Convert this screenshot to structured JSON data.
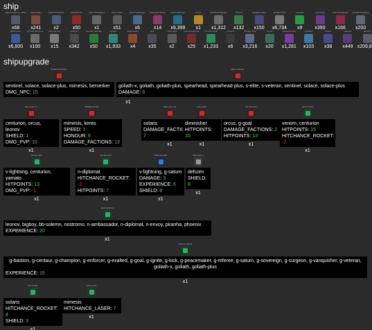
{
  "sections": {
    "ship": "ship",
    "shipupgrade": "shipupgrade"
  },
  "ship_items": [
    {
      "label": "High Frequency Cable",
      "count": "x68",
      "color": "#555a66"
    },
    {
      "label": "Hybrid Alloy",
      "count": "x241",
      "color": "#7a4a3a"
    },
    {
      "label": "Hybrid Processor",
      "count": "x2",
      "color": "#4a5a7a"
    },
    {
      "label": "Industrial Kit",
      "count": "x50",
      "color": "#8a2a2a"
    },
    {
      "label": "Micro Transistors",
      "count": "x1",
      "color": "#666666"
    },
    {
      "label": "Nano Case",
      "count": "x51",
      "color": "#5a5a5a"
    },
    {
      "label": "Nano Condenser",
      "count": "x6",
      "color": "#4a6a8a"
    },
    {
      "label": "Prismatic Socket",
      "count": "x14",
      "color": "#8a3a6a"
    },
    {
      "label": "apollo-shimmer",
      "count": "x9,399",
      "color": "#2a6a8a"
    },
    {
      "label": "citrine",
      "count": "x1",
      "color": "#b08a2a"
    },
    {
      "label": "cloth-ball-fragment",
      "count": "x1,312",
      "color": "#6a6a6a"
    },
    {
      "label": "cfluxed",
      "count": "x132",
      "color": "#3a7a4a"
    },
    {
      "label": "dimflight-shard",
      "count": "x150",
      "color": "#4a4a7a"
    },
    {
      "label": "dimlight-lexia",
      "count": "x6,734",
      "color": "#7a7a7a"
    },
    {
      "label": "emerald",
      "count": "x9",
      "color": "#2a9a4a"
    },
    {
      "label": "eternal-sh",
      "count": "x390",
      "color": "#6a3a8a"
    },
    {
      "label": "eternal-fragment",
      "count": "x166",
      "color": "#8a2a4a"
    },
    {
      "label": "eternal-something",
      "count": "x200",
      "color": "#5a6a7a"
    },
    {
      "label": "flame-deter",
      "count": "x6,600",
      "color": "#3a5a9a"
    },
    {
      "label": "fortress-reference",
      "count": "x100",
      "color": "#6a6a6a"
    },
    {
      "label": "hammer-fuel",
      "count": "x15",
      "color": "#7a7a7a"
    },
    {
      "label": "hydrogen",
      "count": "x342",
      "color": "#4a4a4a"
    },
    {
      "label": "iron-fiber-sparkle",
      "count": "x50",
      "color": "#2a7a3a"
    },
    {
      "label": "ironium",
      "count": "x1,933",
      "color": "#2a8a7a"
    },
    {
      "label": "magma-alloy",
      "count": "x4",
      "color": "#8a4a2a"
    },
    {
      "label": "lars",
      "count": "x35",
      "color": "#4a4a5a"
    },
    {
      "label": "mount-gear",
      "count": "x2",
      "color": "#5a5a5a"
    },
    {
      "label": "nebula-fragment",
      "count": "x29",
      "color": "#7a2a2a"
    },
    {
      "label": "nomad-crystal",
      "count": "x1,233",
      "color": "#2a8a5a"
    },
    {
      "label": "protocol",
      "count": "x6",
      "color": "#3a3a3a"
    },
    {
      "label": "Prestige Pool",
      "count": "x3,216",
      "color": "#5a6a8a"
    },
    {
      "label": "record",
      "count": "x20",
      "color": "#3a6a5a"
    },
    {
      "label": "sanguine-dust",
      "count": "x1,281",
      "color": "#7a3aa0"
    },
    {
      "label": "sanitised",
      "count": "x103",
      "color": "#3a7aa0"
    },
    {
      "label": "solarite",
      "count": "x38",
      "color": "#4a4a8a"
    },
    {
      "label": "stardust",
      "count": "x449",
      "color": "#5a3a7a"
    },
    {
      "label": "titanium",
      "count": "x209,818",
      "color": "#5a5a6a"
    }
  ],
  "upgrades": [
    {
      "code": "SHIELD-UPGR-3",
      "icon": "red",
      "mult": "x1",
      "lines": [
        {
          "text": "sentinel, solace, solace-plus, mimesis, berserker",
          "val": "",
          "neg": false
        },
        {
          "text": "DMG_NPC: ",
          "val": "15",
          "neg": false
        }
      ]
    },
    {
      "code": "DMG-UPGR-1",
      "icon": "red",
      "mult": "",
      "lines": [
        {
          "text": "goliath-x, goliath, goliath-plus, spearhead, spearhead-plus, s-elite, s-veteran, sentinel, solace, solace-plus",
          "val": "",
          "neg": false
        },
        {
          "text": "DAMAGE: ",
          "val": "6",
          "neg": false
        }
      ]
    },
    {
      "code": "SHLD-UP-C1",
      "icon": "red",
      "mult": "x1",
      "lines": [
        {
          "text": "centurion, orcus, leonov",
          "val": "",
          "neg": false
        },
        {
          "text": "SHIELD: ",
          "val": "1",
          "neg": false
        },
        {
          "text": "DMG_PVP: ",
          "val": "10",
          "neg": false
        }
      ]
    },
    {
      "code": "SPEED-UP-M1",
      "icon": "red",
      "mult": "x1",
      "lines": [
        {
          "text": "mimesis, keres",
          "val": "",
          "neg": false
        },
        {
          "text": "SPEED: ",
          "val": "1",
          "neg": false
        },
        {
          "text": "HONOUR: ",
          "val": "6",
          "neg": false
        },
        {
          "text": "DAMAGE_FACTIONS: ",
          "val": "13",
          "neg": false
        }
      ]
    },
    {
      "code": "DMG-FAC-S1",
      "icon": "red",
      "mult": "x1",
      "lines": [
        {
          "text": "solaris",
          "val": "",
          "neg": false
        },
        {
          "text": "DAMAGE_FACTIONS: ",
          "val": "7",
          "neg": false
        }
      ]
    },
    {
      "code": "HP-D-UP1",
      "icon": "red",
      "mult": "x1",
      "lines": [
        {
          "text": "diminisher",
          "val": "",
          "neg": false
        },
        {
          "text": "HITPOINTS: ",
          "val": "10",
          "neg": false
        }
      ]
    },
    {
      "code": "HP-OG-UP1",
      "icon": "red",
      "mult": "x1",
      "lines": [
        {
          "text": "orcus, g-goal",
          "val": "",
          "neg": false
        },
        {
          "text": "DAMAGE_FACTIONS: ",
          "val": "2",
          "neg": false
        },
        {
          "text": "HITPOINTS: ",
          "val": "13",
          "neg": false
        }
      ]
    },
    {
      "code": "HP-VC-UP1",
      "icon": "green",
      "mult": "x1",
      "lines": [
        {
          "text": "venom, centurion",
          "val": "",
          "neg": false
        },
        {
          "text": "HITPOINTS: ",
          "val": "15",
          "neg": false
        },
        {
          "text": "HITCHANCE_ROCKET: ",
          "val": "-2",
          "neg": true
        }
      ]
    },
    {
      "code": "HP-VL-UP1",
      "icon": "green",
      "mult": "x1",
      "lines": [
        {
          "text": "v-lightning, centurion, yamato",
          "val": "",
          "neg": false
        },
        {
          "text": "HITPOINTS: ",
          "val": "13",
          "neg": false
        },
        {
          "text": "DMG_PVP: ",
          "val": "-1",
          "neg": true
        }
      ]
    },
    {
      "code": "HIT-ND-UP1",
      "icon": "green",
      "mult": "x1",
      "lines": [
        {
          "text": "n-diplomat",
          "val": "",
          "neg": false
        },
        {
          "text": "HITCHANCE_ROCKET: ",
          "val": "-2",
          "neg": true
        },
        {
          "text": "HITPOINTS: ",
          "val": "7",
          "neg": false
        }
      ]
    },
    {
      "code": "DMG-VG-UP1",
      "icon": "blue",
      "mult": "x1",
      "lines": [
        {
          "text": "v-lightning, g-saturn",
          "val": "",
          "neg": false
        },
        {
          "text": "DAMAGE: ",
          "val": "3",
          "neg": false
        },
        {
          "text": "EXPERIENCE: ",
          "val": "6",
          "neg": false
        },
        {
          "text": "SHIELD: ",
          "val": "8",
          "neg": false
        }
      ]
    },
    {
      "code": "SHLD-DC-1",
      "icon": "grey",
      "mult": "x1",
      "lines": [
        {
          "text": "defcom",
          "val": "",
          "neg": false
        },
        {
          "text": "SHIELD: ",
          "val": "8",
          "neg": false
        }
      ]
    },
    {
      "code": "EXP-UPGR-1",
      "icon": "green",
      "mult": "x1",
      "lines": [
        {
          "text": "leonov, bigboy, bb-solemn, nostromo, n-ambassador, n-diplomat, n-envoy, piranha, phoenix",
          "val": "",
          "neg": false
        },
        {
          "text": "EXPERIENCE: ",
          "val": "20",
          "neg": false
        }
      ]
    },
    {
      "code": "EXP-G-UPGR",
      "icon": "green",
      "mult": "x1",
      "lines": [
        {
          "text": "g-bastion, g-centaur, g-champion, g-enforcer, g-exalted, g-goal, g-ignite, g-kick, g-peacemaker, g-referee, g-saturn, g-sovereign, g-surgeon, g-vanquisher, g-veteran, goliath-x, goliath, goliath-plus",
          "val": "",
          "neg": false
        },
        {
          "text": "EXPERIENCE: ",
          "val": "15",
          "neg": false
        }
      ]
    },
    {
      "code": "HIT-S-UP1",
      "icon": "green",
      "mult": "x1",
      "lines": [
        {
          "text": "solaris",
          "val": "",
          "neg": false
        },
        {
          "text": "HITCHANCE_ROCKET: ",
          "val": "4",
          "neg": false
        },
        {
          "text": "SHIELD: ",
          "val": "3",
          "neg": false
        }
      ]
    },
    {
      "code": "HIT-M-UP1",
      "icon": "green",
      "mult": "x1",
      "lines": [
        {
          "text": "mimesis",
          "val": "",
          "neg": false
        },
        {
          "text": "HITCHANCE_LASER: ",
          "val": "7",
          "neg": false
        }
      ]
    }
  ]
}
